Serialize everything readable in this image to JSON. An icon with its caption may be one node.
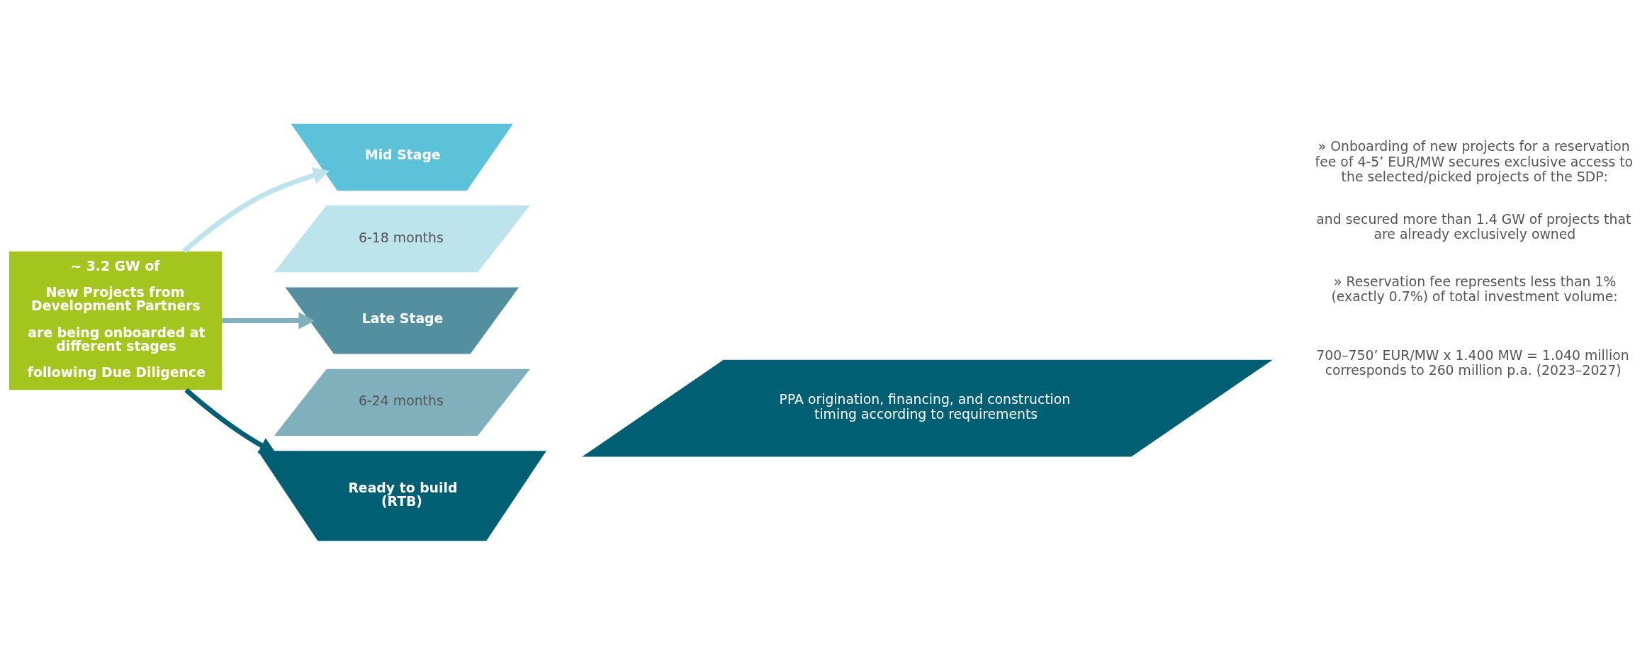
{
  "diagram": {
    "nodes": [
      {
        "text": [
          "~ 3.2 GW of",
          "New Projects from Development Partners",
          "are being onboarded at different stages",
          "following Due Diligence"
        ]
      },
      {
        "text": [
          "Mid Stage"
        ]
      },
      {
        "text": [
          "6-18 months"
        ]
      },
      {
        "text": [
          "Late Stage"
        ]
      },
      {
        "text": [
          "6-24 months"
        ]
      },
      {
        "text": [
          "Ready to build (RTB)"
        ]
      },
      {
        "text": [
          "PPA origination, financing, and construction timing according to requirements"
        ]
      }
    ],
    "edges": [
      {
        "from": 0,
        "to": 1,
        "arrow": "to",
        "color": "#bde3ec"
      },
      {
        "from": 0,
        "to": 3,
        "arrow": "to",
        "color": "#7fb0bc"
      },
      {
        "from": 0,
        "to": 5,
        "arrow": "to",
        "color": "#005f73"
      }
    ],
    "labels": [
      "» Onboarding of new projects for a reservation fee of 4-5’ EUR/MW secures exclusive access to the selected/picked projects of the SDP:",
      "and secured more than 1.4 GW of projects that are already exclusively owned",
      "» Reservation fee represents less than 1% (exactly 0.7%) of total investment volume:",
      "700–750’ EUR/MW x 1.400 MW = 1.040 million corresponds to 260 million p.a. (2023–2027)"
    ]
  }
}
